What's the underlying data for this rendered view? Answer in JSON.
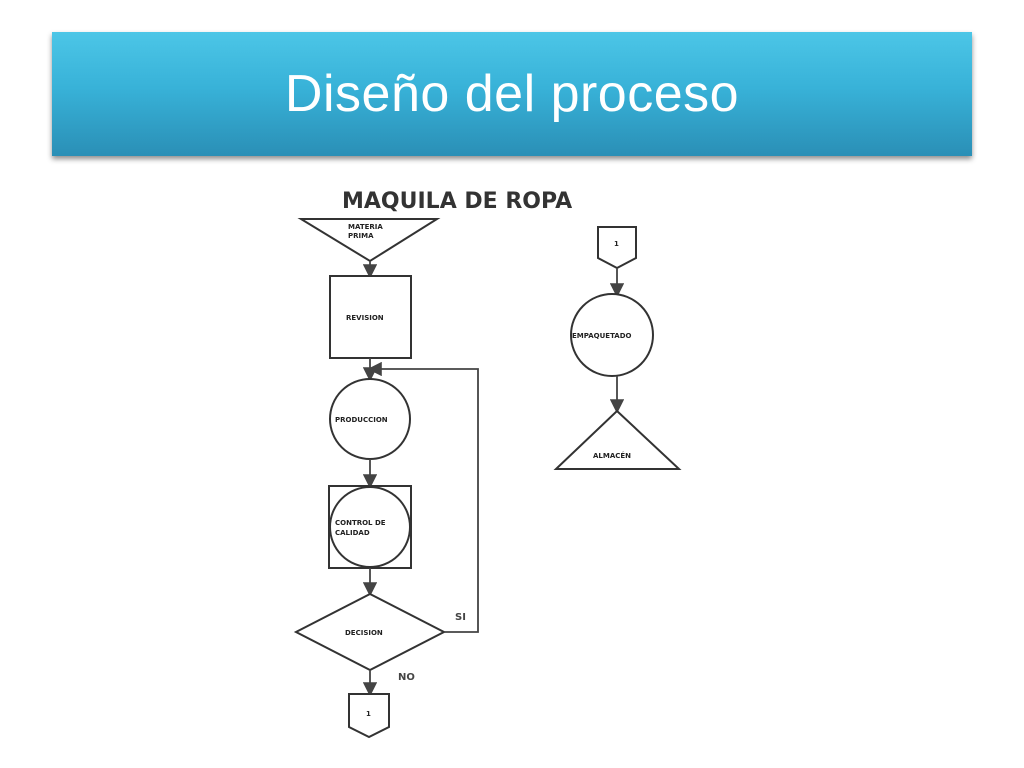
{
  "title": "Diseño del proceso",
  "diagram": {
    "heading": "MAQUILA DE ROPA",
    "nodes": {
      "materia_prima_line1": "MATERIA",
      "materia_prima_line2": "PRIMA",
      "revision": "REVISION",
      "produccion": "PRODUCCION",
      "control_line1": "CONTROL DE",
      "control_line2": "CALIDAD",
      "decision": "DECISION",
      "connector_out": "1",
      "connector_in": "1",
      "empaquetado": "EMPAQUETADO",
      "almacen": "ALMACÉN"
    },
    "edge_labels": {
      "si": "SI",
      "no": "NO"
    }
  }
}
